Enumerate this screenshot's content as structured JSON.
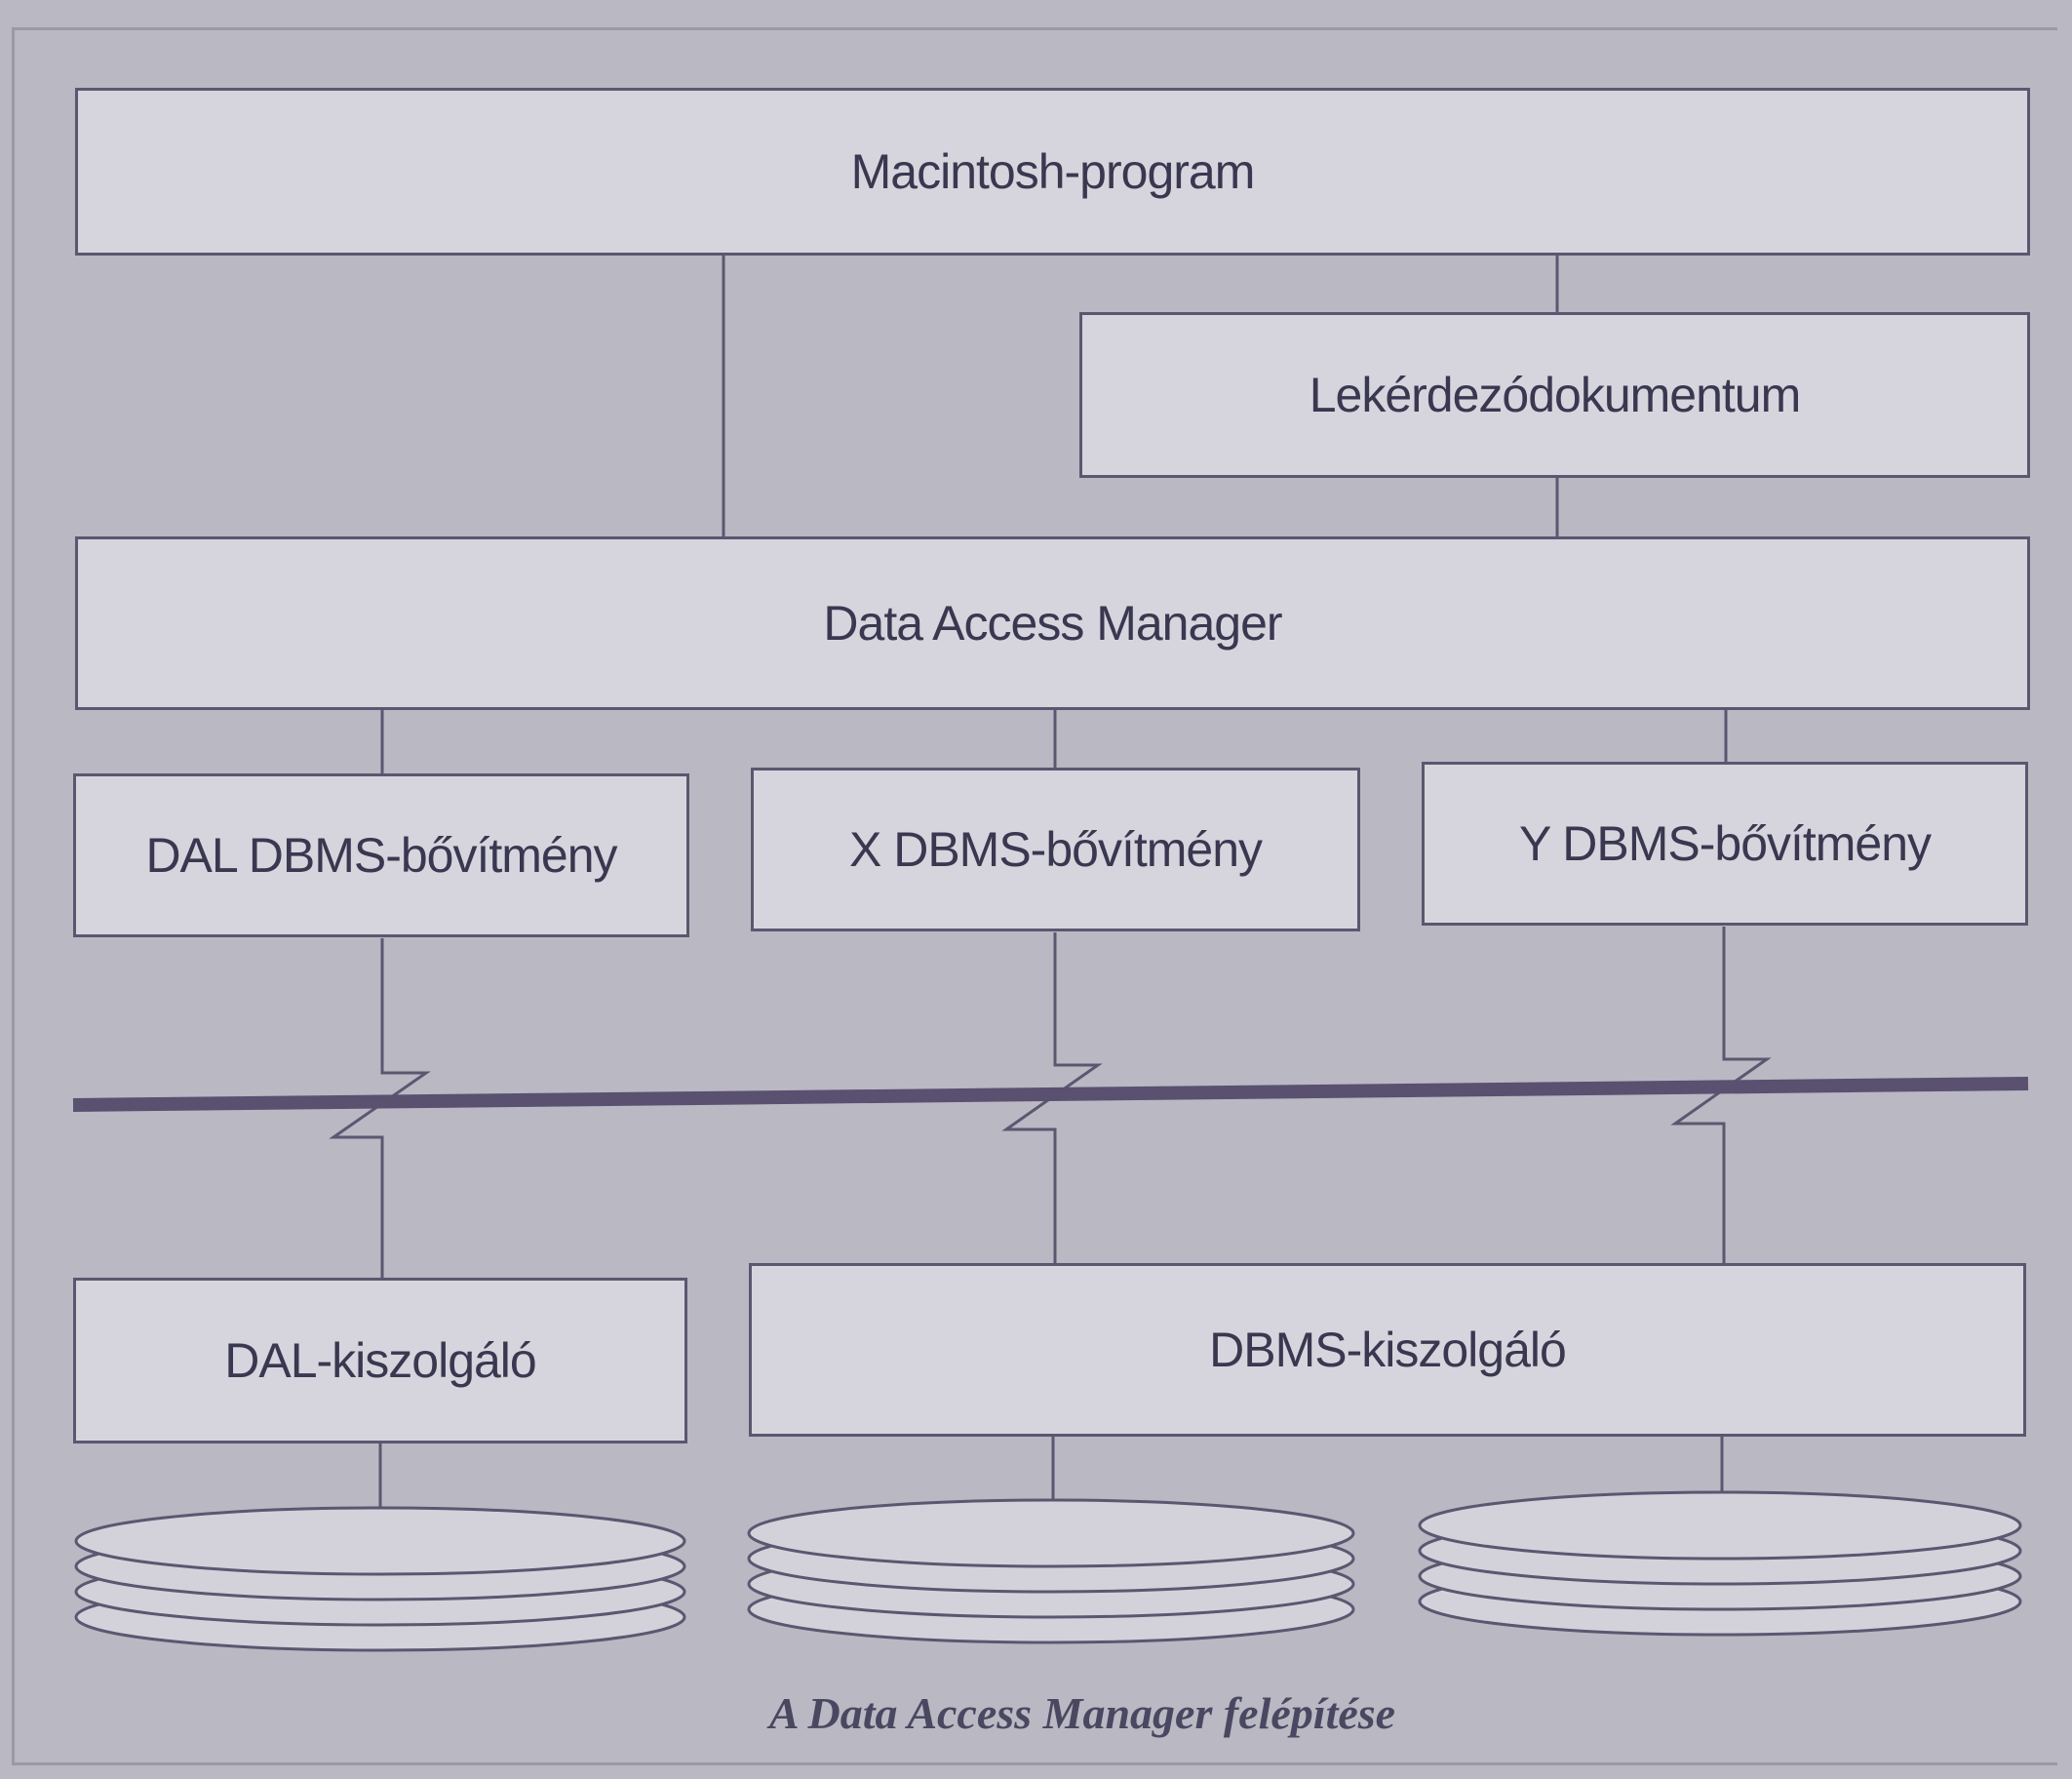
{
  "diagram": {
    "boxes": {
      "app": "Macintosh-program",
      "query_doc": "Lekérdezódokumentum",
      "dam": "Data Access Manager",
      "dal_ext": "DAL DBMS-bővítmény",
      "x_ext": "X DBMS-bővítmény",
      "y_ext": "Y DBMS-bővítmény",
      "dal_server": "DAL-kiszolgáló",
      "dbms_server": "DBMS-kiszolgáló"
    },
    "caption": "A Data Access Manager felépítése"
  },
  "colors": {
    "background": "#b9b8c3",
    "box_fill": "#d6d5dd",
    "line": "#5a5870",
    "network": "#5a5070"
  }
}
